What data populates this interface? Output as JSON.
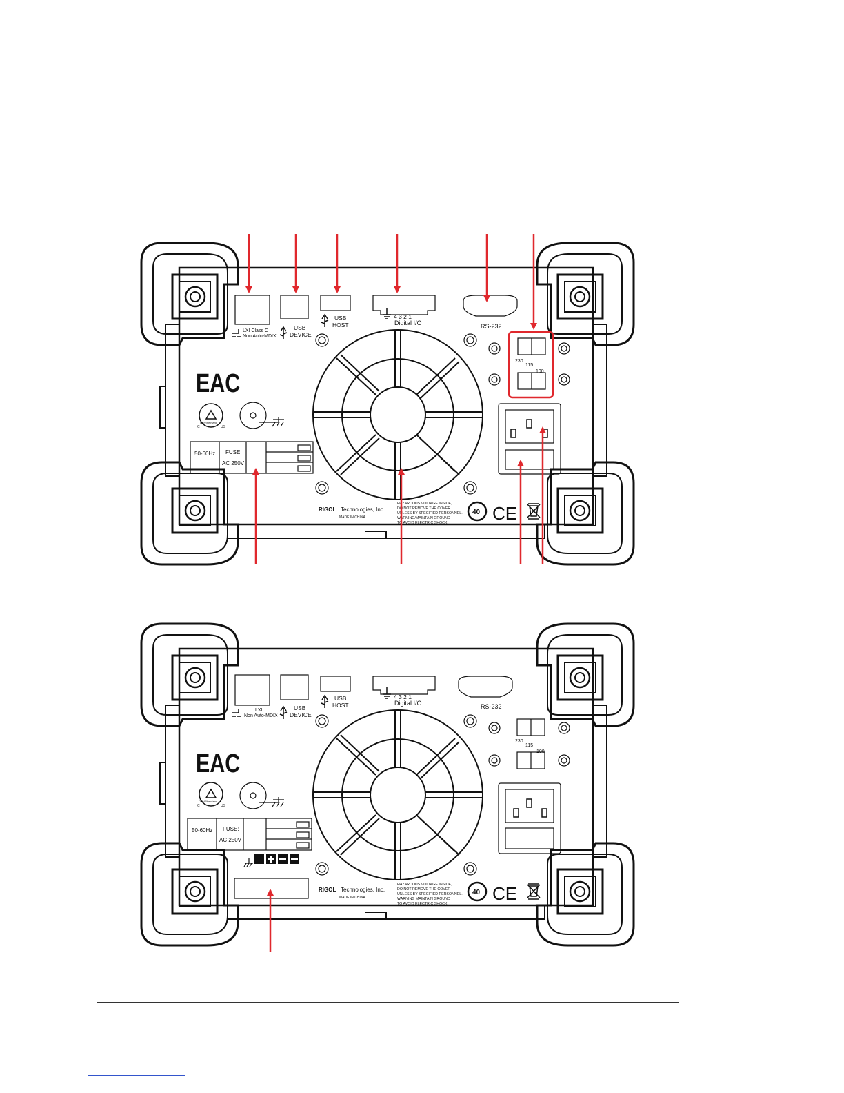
{
  "panel_a": {
    "lan_label_1": "LXI Class C",
    "lan_label_2": "Non Auto-MDIX",
    "usb_device_1": "USB",
    "usb_device_2": "DEVICE",
    "usb_host_1": "USB",
    "usb_host_2": "HOST",
    "digital_io_pins": "4  3  2  1",
    "digital_io": "Digital I/O",
    "rs232": "RS-232",
    "volt_230": "230",
    "volt_115": "115",
    "volt_100": "100",
    "eac": "EAC",
    "cert_small": "TÜVRheinland",
    "cert_c": "C",
    "cert_us": "US",
    "freq": "50-60Hz",
    "fuse": "FUSE:",
    "ac": "AC 250V",
    "brand": "RIGOL",
    "company": "Technologies, Inc.",
    "made_in": "MADE IN CHINA",
    "warning": [
      "HAZARDOUS VOLTAGE INSIDE,",
      "DO NOT REMOVE THE COVER",
      "UNLESS BY SPECIFIED PERSONNEL.",
      "WARNING/MAINTAIN GROUND",
      "TO AVOID ELECTRIC SHOCK."
    ],
    "rohs": "40",
    "ce": "CE"
  },
  "panel_b": {
    "lan_label_1": "LXI",
    "lan_label_2": "Non Auto-MDIX",
    "usb_device_1": "USB",
    "usb_device_2": "DEVICE",
    "usb_host_1": "USB",
    "usb_host_2": "HOST",
    "digital_io_pins": "4  3  2  1",
    "digital_io": "Digital I/O",
    "rs232": "RS-232",
    "volt_230": "230",
    "volt_115": "115",
    "volt_100": "100",
    "eac": "EAC",
    "cert_small": "TÜVRheinland",
    "cert_c": "C",
    "cert_us": "US",
    "freq": "50-60Hz",
    "fuse": "FUSE:",
    "ac": "AC 250V",
    "brand": "RIGOL",
    "company": "Technologies, Inc.",
    "made_in": "MADE IN CHINA",
    "warning": [
      "HAZARDOUS VOLTAGE INSIDE,",
      "DO NOT REMOVE THE COVER",
      "UNLESS BY SPECIFIED PERSONNEL.",
      "WARNING MAINTAIN GROUND",
      "TO AVOID ELECTRIC SHOCK."
    ],
    "rohs": "40",
    "ce": "CE"
  },
  "colors": {
    "callout": "#e0282d",
    "outline": "#111111"
  },
  "icons": [
    "lan-icon",
    "usb-icon",
    "ground-icon",
    "fan-grille",
    "power-socket-icon",
    "rohs-icon",
    "ce-mark-icon",
    "weee-bin-icon",
    "certification-icon",
    "binding-posts-icon"
  ]
}
